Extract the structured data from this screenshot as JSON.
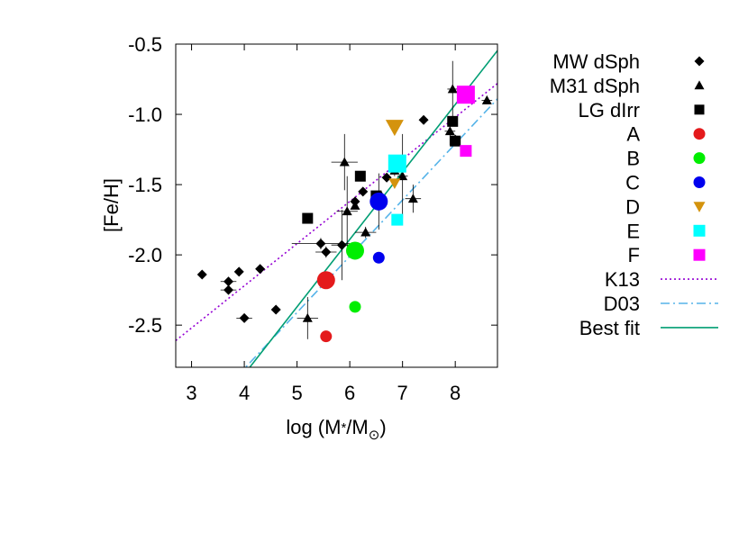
{
  "chart_data": {
    "type": "scatter",
    "xlabel_main": "log (M",
    "xlabel_star": "*",
    "xlabel_mid": "/M",
    "xlabel_end": ")",
    "xlabel_sun": "⊙",
    "ylabel": "[Fe/H]",
    "xlim": [
      2.7,
      8.8
    ],
    "ylim": [
      -2.8,
      -0.5
    ],
    "x_ticks": [
      3,
      4,
      5,
      6,
      7,
      8
    ],
    "y_ticks": [
      -0.5,
      -1.0,
      -1.5,
      -2.0,
      -2.5
    ],
    "x_tick_labels": [
      "3",
      "4",
      "5",
      "6",
      "7",
      "8"
    ],
    "y_tick_labels": [
      "-0.5",
      "-1.0",
      "-1.5",
      "-2.0",
      "-2.5"
    ],
    "grid": false,
    "legend_position": "outside-right",
    "series": [
      {
        "name": "MW dSph",
        "marker": "diamond",
        "color": "#000000",
        "points": [
          {
            "x": 3.2,
            "y": -2.14
          },
          {
            "x": 3.7,
            "y": -2.19
          },
          {
            "x": 3.7,
            "y": -2.25
          },
          {
            "x": 3.9,
            "y": -2.12
          },
          {
            "x": 4.3,
            "y": -2.1
          },
          {
            "x": 4.0,
            "y": -2.45
          },
          {
            "x": 4.6,
            "y": -2.39
          },
          {
            "x": 5.45,
            "y": -1.92
          },
          {
            "x": 5.55,
            "y": -1.98
          },
          {
            "x": 5.85,
            "y": -1.93
          },
          {
            "x": 6.1,
            "y": -1.62
          },
          {
            "x": 6.25,
            "y": -1.55
          },
          {
            "x": 6.7,
            "y": -1.45
          },
          {
            "x": 7.4,
            "y": -1.04
          },
          {
            "x": 8.0,
            "y": -1.18
          }
        ]
      },
      {
        "name": "M31 dSph",
        "marker": "triangle",
        "color": "#000000",
        "points": [
          {
            "x": 5.2,
            "y": -2.45
          },
          {
            "x": 5.9,
            "y": -1.34
          },
          {
            "x": 5.95,
            "y": -1.69
          },
          {
            "x": 6.1,
            "y": -1.65
          },
          {
            "x": 6.3,
            "y": -1.84
          },
          {
            "x": 6.6,
            "y": -1.58
          },
          {
            "x": 6.85,
            "y": -1.4
          },
          {
            "x": 7.0,
            "y": -1.44
          },
          {
            "x": 7.2,
            "y": -1.6
          },
          {
            "x": 7.95,
            "y": -0.82
          },
          {
            "x": 7.9,
            "y": -1.12
          },
          {
            "x": 8.6,
            "y": -0.9
          }
        ]
      },
      {
        "name": "LG dIrr",
        "marker": "square",
        "color": "#000000",
        "points": [
          {
            "x": 5.2,
            "y": -1.74
          },
          {
            "x": 6.2,
            "y": -1.44
          },
          {
            "x": 6.5,
            "y": -1.58
          },
          {
            "x": 7.95,
            "y": -1.05
          },
          {
            "x": 8.0,
            "y": -1.19
          }
        ]
      },
      {
        "name": "A",
        "marker": "circle",
        "color": "#e41a1c",
        "points": [
          {
            "x": 5.55,
            "y": -2.18,
            "big": true
          },
          {
            "x": 5.55,
            "y": -2.58
          }
        ]
      },
      {
        "name": "B",
        "marker": "circle",
        "color": "#00ee00",
        "points": [
          {
            "x": 6.1,
            "y": -1.97,
            "big": true
          },
          {
            "x": 6.1,
            "y": -2.37
          }
        ]
      },
      {
        "name": "C",
        "marker": "circle",
        "color": "#0000ee",
        "points": [
          {
            "x": 6.55,
            "y": -1.62,
            "big": true
          },
          {
            "x": 6.55,
            "y": -2.02
          }
        ]
      },
      {
        "name": "D",
        "marker": "triangle-down",
        "color": "#d4930d",
        "points": [
          {
            "x": 6.85,
            "y": -1.09,
            "big": true
          },
          {
            "x": 6.85,
            "y": -1.49
          }
        ]
      },
      {
        "name": "E",
        "marker": "square",
        "color": "#00ffff",
        "points": [
          {
            "x": 6.9,
            "y": -1.35,
            "big": true
          },
          {
            "x": 6.9,
            "y": -1.75
          }
        ]
      },
      {
        "name": "F",
        "marker": "square",
        "color": "#ff00ff",
        "points": [
          {
            "x": 8.2,
            "y": -0.86,
            "big": true
          },
          {
            "x": 8.2,
            "y": -1.26
          }
        ]
      }
    ],
    "lines": [
      {
        "name": "K13",
        "style": "dotted",
        "color": "#9400d3",
        "slope": 0.3,
        "intercept": -3.42
      },
      {
        "name": "D03",
        "style": "dash-dot",
        "color": "#56b4e9",
        "slope": 0.4,
        "intercept": -4.41
      },
      {
        "name": "Best fit",
        "style": "solid",
        "color": "#009e73",
        "slope": 0.48,
        "intercept": -4.77
      }
    ],
    "error_bars": [
      {
        "x": 3.7,
        "y": -2.19,
        "dx": 0.15,
        "dy": 0.03
      },
      {
        "x": 3.7,
        "y": -2.25,
        "dx": 0.15,
        "dy": 0.03
      },
      {
        "x": 4.0,
        "y": -2.45,
        "dx": 0.15,
        "dy": 0.03
      },
      {
        "x": 5.2,
        "y": -2.45,
        "dx": 0.2,
        "dy": 0.15
      },
      {
        "x": 5.45,
        "y": -1.92,
        "dx": 0.55,
        "dy": 0.04
      },
      {
        "x": 5.55,
        "y": -1.98,
        "dx": 0.2,
        "dy": 0.04
      },
      {
        "x": 5.85,
        "y": -1.93,
        "dx": 0.2,
        "dy": 0.25
      },
      {
        "x": 5.9,
        "y": -1.34,
        "dx": 0.25,
        "dy": 0.2
      },
      {
        "x": 5.95,
        "y": -1.69,
        "dx": 0.2,
        "dy": 0.25
      },
      {
        "x": 6.3,
        "y": -1.84,
        "dx": 0.2,
        "dy": 0.04
      },
      {
        "x": 6.55,
        "y": -1.62,
        "dx": 0.05,
        "dy": 0.2
      },
      {
        "x": 6.85,
        "y": -1.4,
        "dx": 0.1,
        "dy": 0.04
      },
      {
        "x": 7.0,
        "y": -1.44,
        "dx": 0.1,
        "dy": 0.3
      },
      {
        "x": 7.2,
        "y": -1.6,
        "dx": 0.15,
        "dy": 0.1
      },
      {
        "x": 7.95,
        "y": -0.82,
        "dx": 0.1,
        "dy": 0.2
      },
      {
        "x": 7.9,
        "y": -1.12,
        "dx": 0.1,
        "dy": 0.1
      },
      {
        "x": 8.6,
        "y": -0.9,
        "dx": 0.1,
        "dy": 0.02
      }
    ]
  }
}
